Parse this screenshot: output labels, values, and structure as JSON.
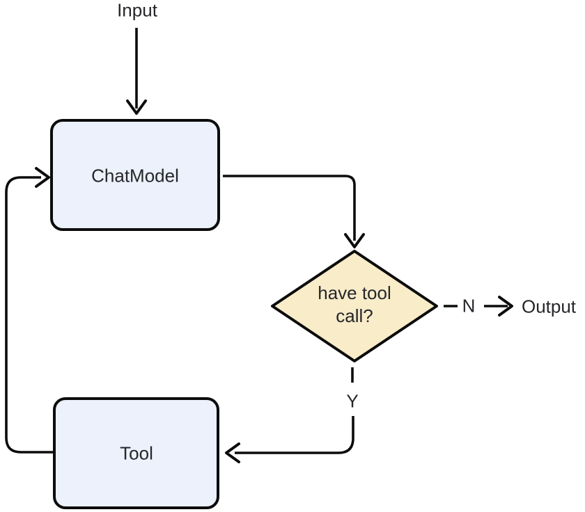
{
  "diagram": {
    "title": "chat model tool-call loop flowchart",
    "input_label": "Input",
    "output_label": "Output",
    "nodes": {
      "chat_model": {
        "label": "ChatModel",
        "shape": "rounded-rectangle"
      },
      "decision": {
        "label": "have tool call?",
        "shape": "diamond"
      },
      "tool": {
        "label": "Tool",
        "shape": "rounded-rectangle"
      }
    },
    "edges": {
      "input_to_chatmodel": {
        "style": "solid",
        "label": ""
      },
      "chatmodel_to_decision": {
        "style": "solid",
        "label": ""
      },
      "decision_to_output": {
        "style": "dashed",
        "label": "N"
      },
      "decision_to_tool": {
        "style": "dashed",
        "label": "Y"
      },
      "tool_to_chatmodel": {
        "style": "solid",
        "label": ""
      }
    }
  },
  "colors": {
    "background": "#ffffff",
    "node-fill": "#ECF1FB",
    "decision-fill": "#F8ECC9",
    "line": "#0c0c0c",
    "text": "#26262b"
  }
}
